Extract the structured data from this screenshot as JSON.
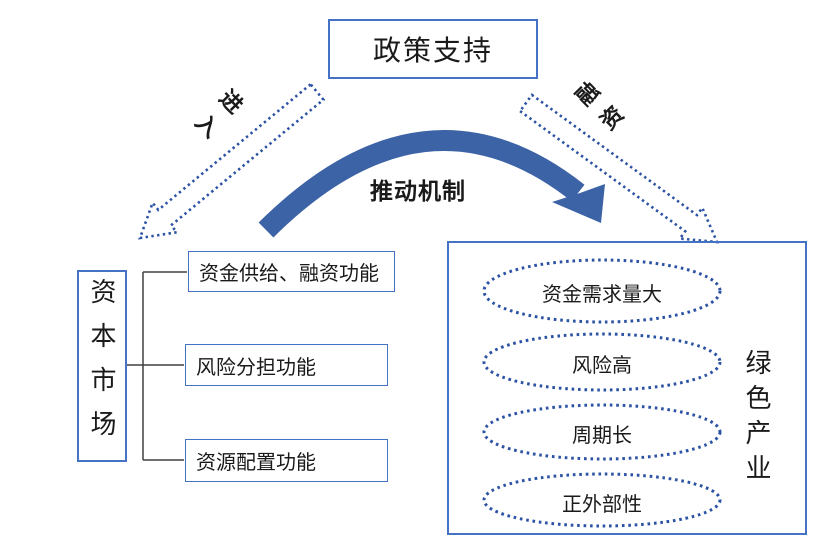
{
  "diagram": {
    "background": "#FFFFFF",
    "nodes": {
      "policy_support": "政策支持",
      "promotion_mechanism": "推动机制",
      "enter_label": "进入",
      "financing_label": "融资",
      "capital_market": "资本市场",
      "green_industry": "绿色产业"
    },
    "capital_market_functions": [
      "资金供给、融资功能",
      "风险分担功能",
      "资源配置功能"
    ],
    "green_industry_traits": [
      "资金需求量大",
      "风险高",
      "周期长",
      "正外部性"
    ],
    "colors": {
      "dotted_blue": "#2B52A3",
      "solid_arrow_blue": "#3C63A5",
      "box_border_blue": "#4472C4",
      "connector_gray": "#404040",
      "text_black": "#1A1A1A"
    }
  }
}
